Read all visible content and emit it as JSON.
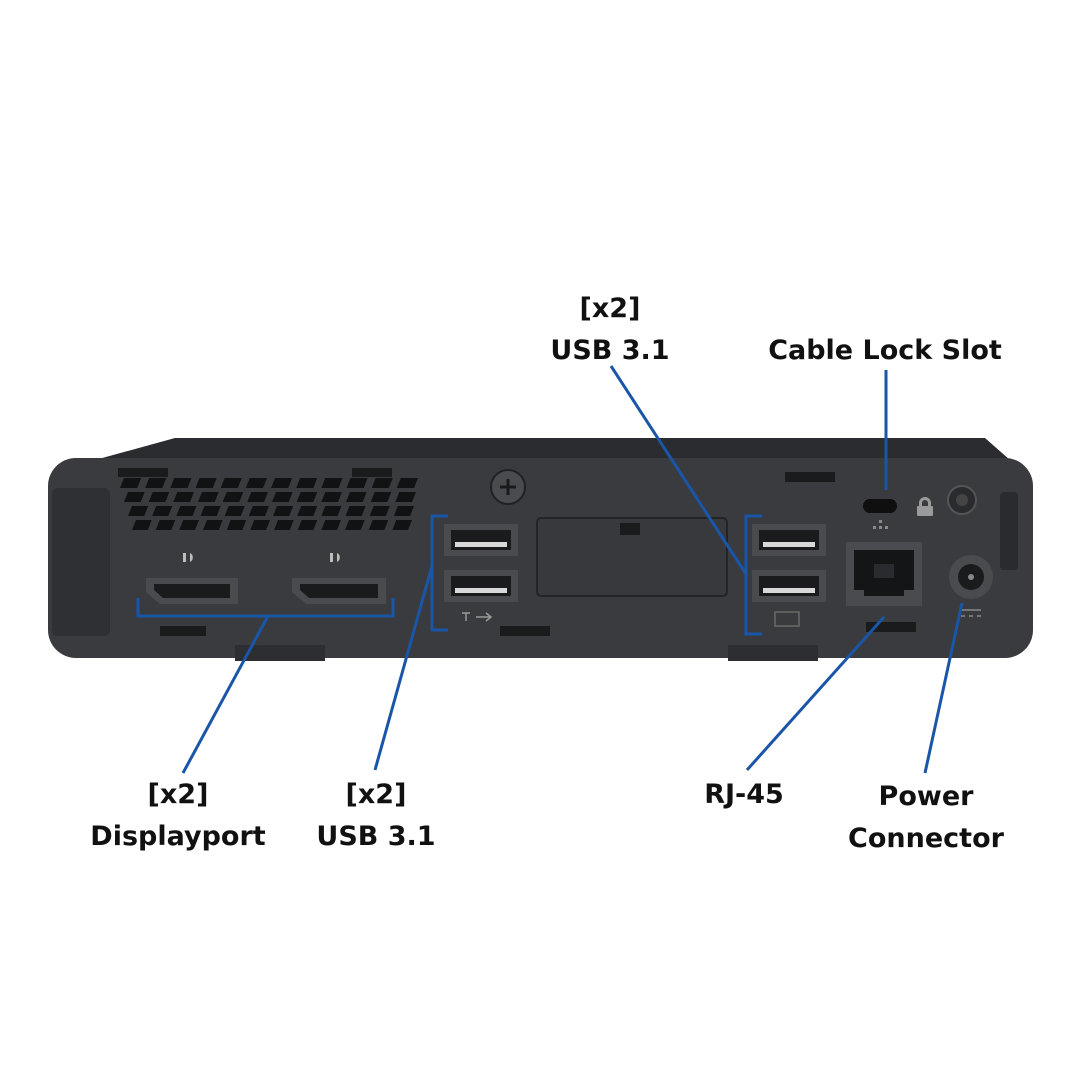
{
  "colors": {
    "background": "#ffffff",
    "chassis": "#3a3b3e",
    "chassis_top": "#2b2c2f",
    "vent": "#111214",
    "port_frame": "#4a4b4e",
    "port_inner": "#1a1b1d",
    "port_body": "#d8d8d8",
    "callout": "#1a56a8",
    "label_text": "#111111"
  },
  "labels": {
    "usb_top": {
      "count": "[x2]",
      "name": "USB 3.1"
    },
    "cable_lock": {
      "name": "Cable Lock Slot"
    },
    "displayport": {
      "count": "[x2]",
      "name": "Displayport"
    },
    "usb_bottom": {
      "count": "[x2]",
      "name": "USB 3.1"
    },
    "rj45": {
      "name": "RJ-45"
    },
    "power": {
      "line1": "Power",
      "line2": "Connector"
    }
  },
  "icons": [
    "displayport-icon",
    "ss-usb-icon",
    "padlock-icon",
    "network-icon",
    "dc-power-icon",
    "screw-icon"
  ]
}
